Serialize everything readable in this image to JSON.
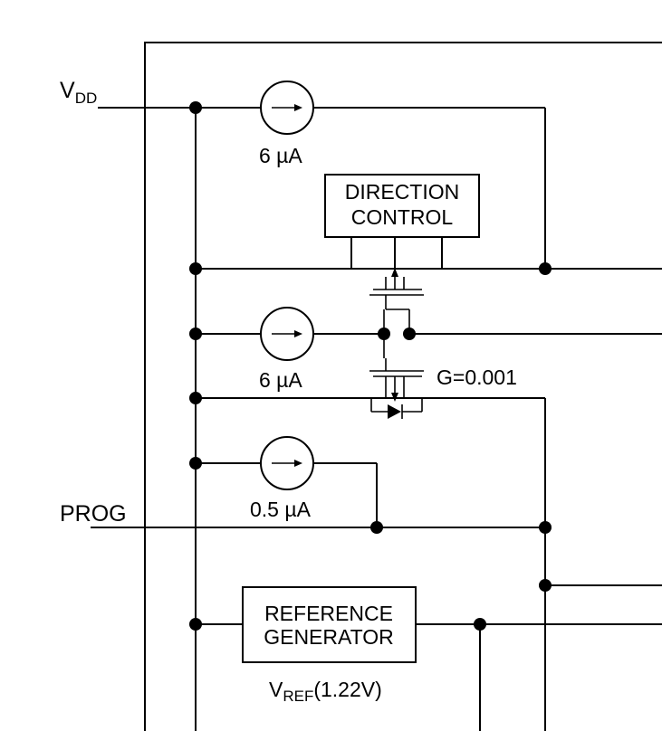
{
  "labels": {
    "vdd_main": "V",
    "vdd_sub": "DD",
    "prog": "PROG",
    "current1": "6 µA",
    "current2": "6 µA",
    "current3": "0.5 µA",
    "gain": "G=0.001",
    "direction_line1": "DIRECTION",
    "direction_line2": "CONTROL",
    "reference_line1": "REFERENCE",
    "reference_line2": "GENERATOR",
    "vref_main": "V",
    "vref_sub": "REF",
    "vref_value": "(1.22V)"
  }
}
